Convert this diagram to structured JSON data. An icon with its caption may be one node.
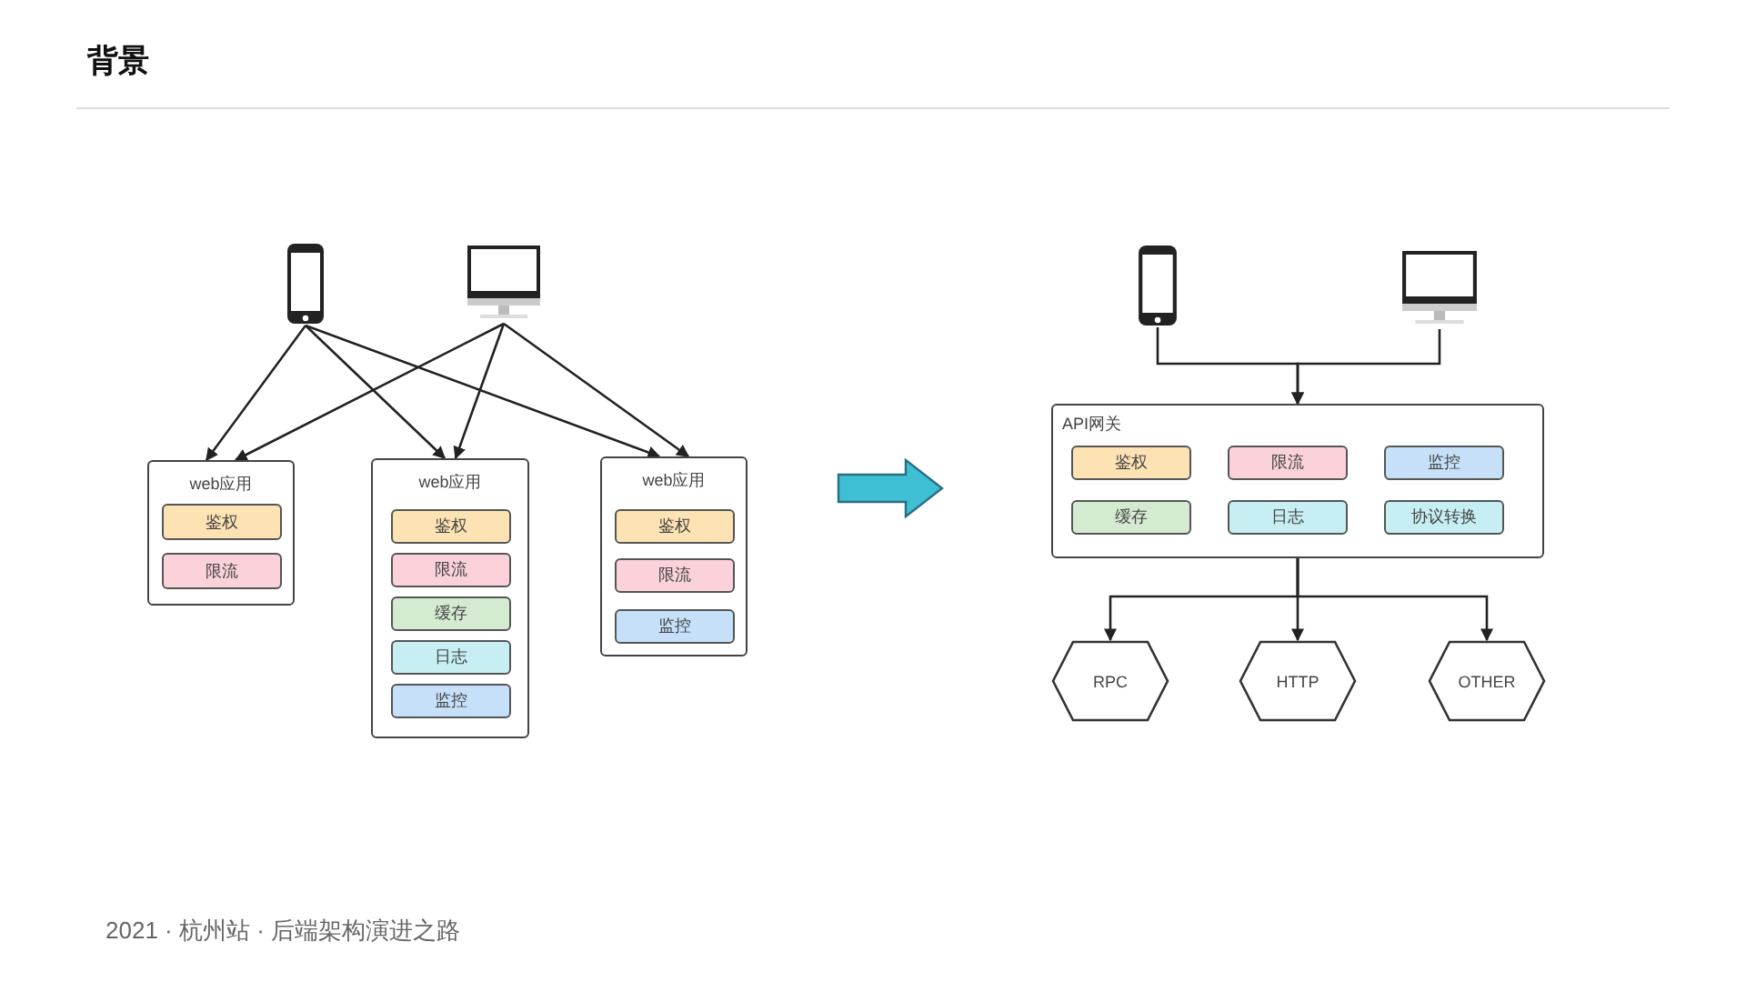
{
  "diagram": {
    "title": "背景",
    "caption": "2021 · 杭州站 · 后端架构演进之路",
    "nodes": [
      {
        "text": [],
        "shape": "phone"
      },
      {
        "text": [],
        "shape": "computer"
      },
      {
        "text": [
          "web应用"
        ]
      },
      {
        "text": [
          "鉴权"
        ],
        "in": 2
      },
      {
        "text": [
          "限流"
        ],
        "in": 2
      },
      {
        "text": [
          "web应用"
        ]
      },
      {
        "text": [
          "鉴权"
        ],
        "in": 5
      },
      {
        "text": [
          "限流"
        ],
        "in": 5
      },
      {
        "text": [
          "缓存"
        ],
        "in": 5
      },
      {
        "text": [
          "日志"
        ],
        "in": 5
      },
      {
        "text": [
          "监控"
        ],
        "in": 5
      },
      {
        "text": [
          "web应用"
        ]
      },
      {
        "text": [
          "鉴权"
        ],
        "in": 11
      },
      {
        "text": [
          "限流"
        ],
        "in": 11
      },
      {
        "text": [
          "监控"
        ],
        "in": 11
      },
      {
        "text": [],
        "shape": "phone"
      },
      {
        "text": [],
        "shape": "computer"
      },
      {
        "text": [
          "API网关"
        ]
      },
      {
        "text": [
          "鉴权"
        ],
        "in": 17
      },
      {
        "text": [
          "限流"
        ],
        "in": 17
      },
      {
        "text": [
          "监控"
        ],
        "in": 17
      },
      {
        "text": [
          "缓存"
        ],
        "in": 17
      },
      {
        "text": [
          "日志"
        ],
        "in": 17
      },
      {
        "text": [
          "协议转换"
        ],
        "in": 17
      },
      {
        "text": [
          "RPC"
        ]
      },
      {
        "text": [
          "HTTP"
        ]
      },
      {
        "text": [
          "OTHER"
        ]
      }
    ],
    "edges": [
      {
        "from": 0,
        "to": 2,
        "arrow": "to"
      },
      {
        "from": 0,
        "to": 5,
        "arrow": "to"
      },
      {
        "from": 0,
        "to": 11,
        "arrow": "to"
      },
      {
        "from": 1,
        "to": 2,
        "arrow": "to"
      },
      {
        "from": 1,
        "to": 5,
        "arrow": "to"
      },
      {
        "from": 1,
        "to": 11,
        "arrow": "to"
      },
      {
        "from": 15,
        "to": 17,
        "arrow": "to"
      },
      {
        "from": 16,
        "to": 17,
        "arrow": "to"
      },
      {
        "from": 17,
        "to": 24,
        "arrow": "to"
      },
      {
        "from": 17,
        "to": 25,
        "arrow": "to"
      },
      {
        "from": 17,
        "to": 26,
        "arrow": "to"
      }
    ]
  }
}
